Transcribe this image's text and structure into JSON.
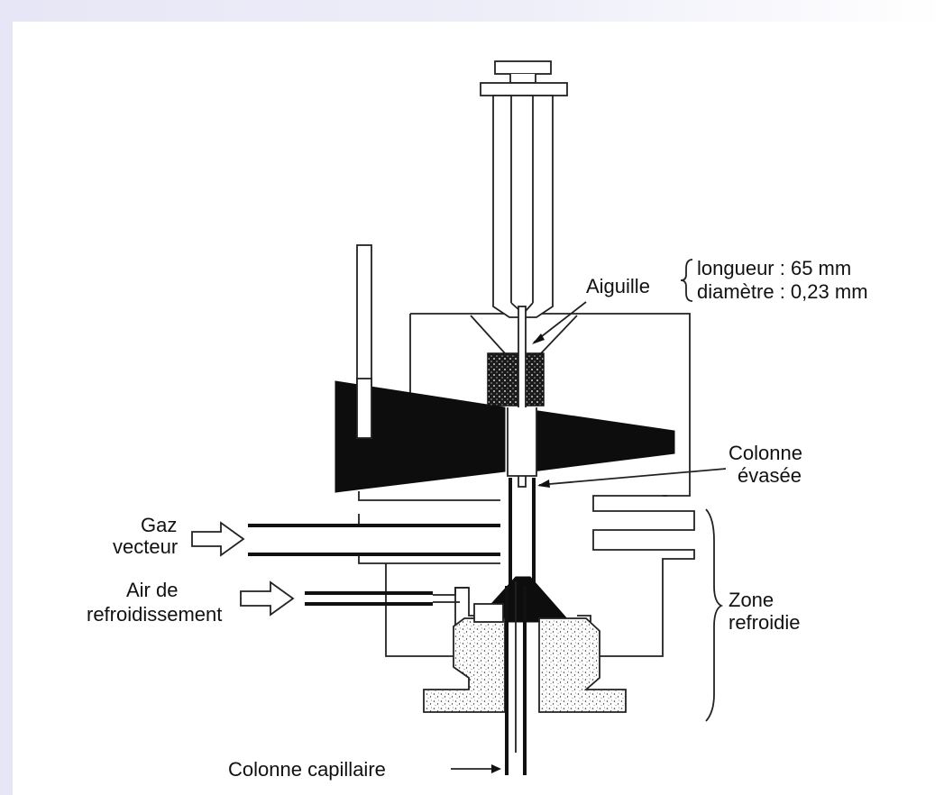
{
  "labels": {
    "aiguille": "Aiguille",
    "longueur": "longueur : 65 mm",
    "diametre": "diamètre : 0,23 mm",
    "colonne_evasee_1": "Colonne",
    "colonne_evasee_2": "évasée",
    "gaz_1": "Gaz",
    "gaz_2": "vecteur",
    "air_1": "Air de",
    "air_2": "refroidissement",
    "zone_1": "Zone",
    "zone_2": "refroidie",
    "colonne_capillaire": "Colonne capillaire"
  },
  "colors": {
    "background": "#e9e9f7",
    "sheet": "#ffffff",
    "ink": "#111111"
  }
}
